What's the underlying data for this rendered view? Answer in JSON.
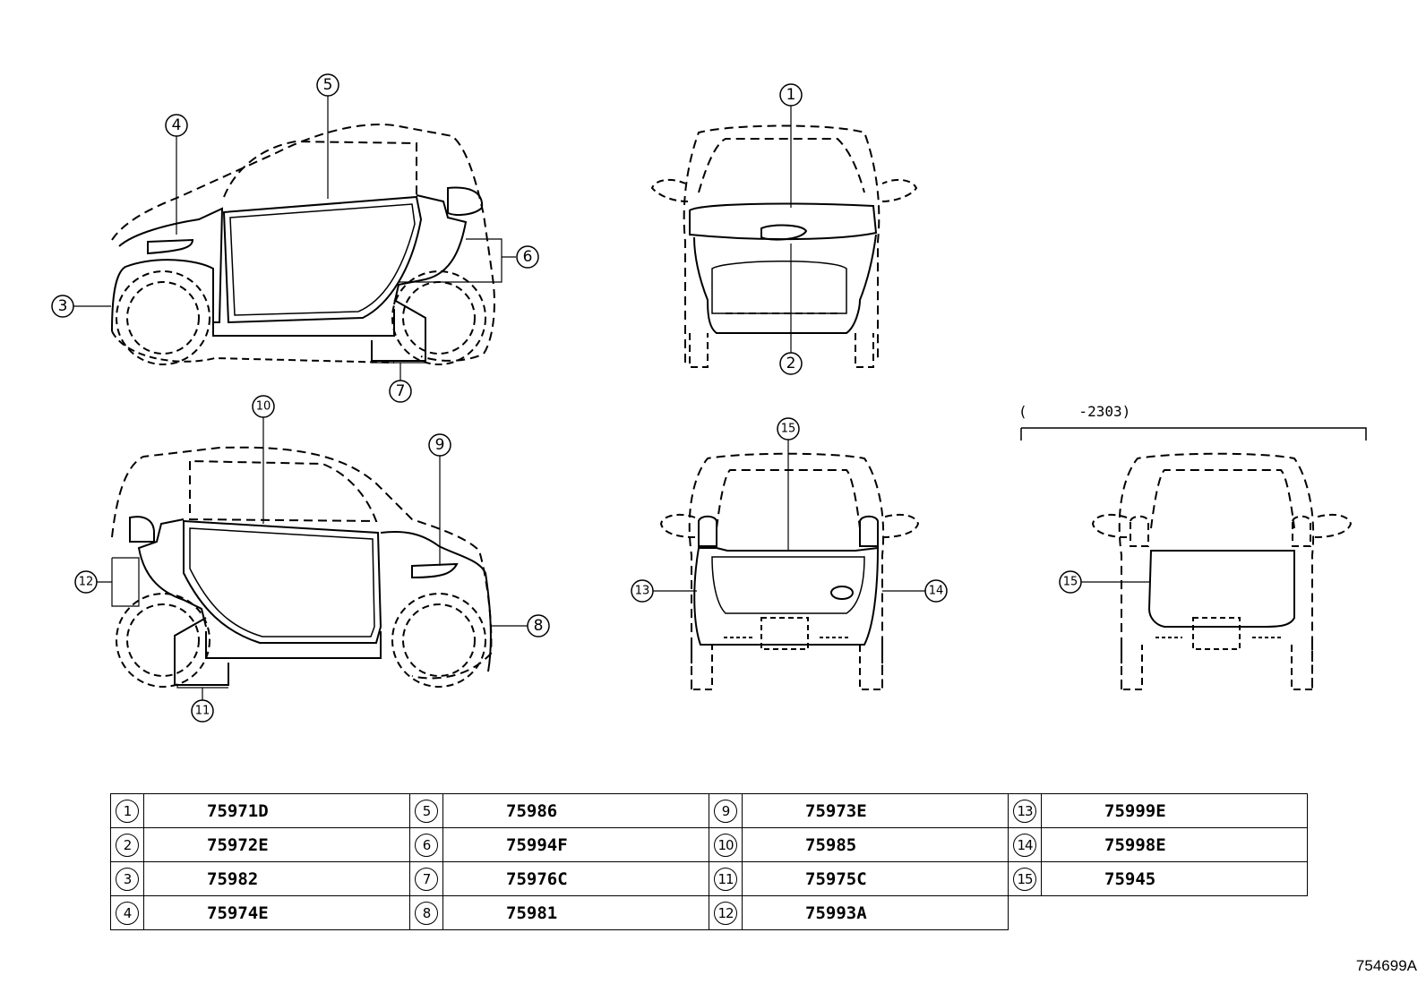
{
  "callouts": [
    "1",
    "2",
    "3",
    "4",
    "5",
    "6",
    "7",
    "8",
    "9",
    "10",
    "11",
    "12",
    "13",
    "14",
    "15"
  ],
  "range_note": "(      -2303)",
  "legend": [
    {
      "num": "1",
      "code": "75971D"
    },
    {
      "num": "2",
      "code": "75972E"
    },
    {
      "num": "3",
      "code": "75982"
    },
    {
      "num": "4",
      "code": "75974E"
    },
    {
      "num": "5",
      "code": "75986"
    },
    {
      "num": "6",
      "code": "75994F"
    },
    {
      "num": "7",
      "code": "75976C"
    },
    {
      "num": "8",
      "code": "75981"
    },
    {
      "num": "9",
      "code": "75973E"
    },
    {
      "num": "10",
      "code": "75985"
    },
    {
      "num": "11",
      "code": "75975C"
    },
    {
      "num": "12",
      "code": "75993A"
    },
    {
      "num": "13",
      "code": "75999E"
    },
    {
      "num": "14",
      "code": "75998E"
    },
    {
      "num": "15",
      "code": "75945"
    }
  ],
  "doc_id": "754699A"
}
